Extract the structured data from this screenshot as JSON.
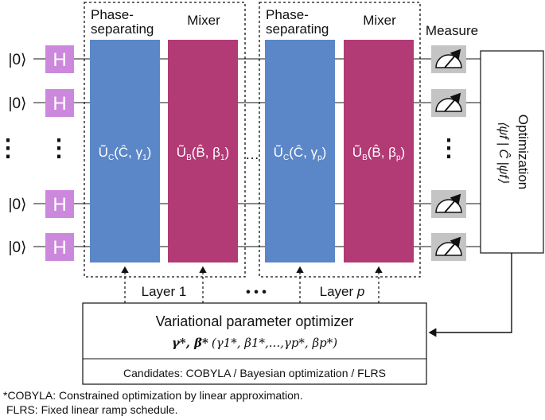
{
  "qubit_ket": "|0⟩",
  "hadamard_label": "H",
  "blocks": {
    "phase_title_line1": "Phase-",
    "phase_title_line2": "separating",
    "mixer_title": "Mixer",
    "measure_title": "Measure",
    "uc1": {
      "main": "Ũ",
      "sub": "C",
      "arg": "(Ĉ, γ",
      "idx": "1",
      "close": ")"
    },
    "ub1": {
      "main": "Ũ",
      "sub": "B",
      "arg": "(B̂, β",
      "idx": "1",
      "close": ")"
    },
    "ucp": {
      "main": "Ũ",
      "sub": "C",
      "arg": "(Ĉ, γ",
      "idx": "p",
      "close": ")"
    },
    "ubp": {
      "main": "Ũ",
      "sub": "B",
      "arg": "(B̂, β",
      "idx": "p",
      "close": ")"
    },
    "between_dots": "…"
  },
  "vertical_dots": "⋮",
  "layers": {
    "layer1": "Layer 1",
    "layerp_prefix": "Layer ",
    "layerp_var": "p",
    "dots": "• • •"
  },
  "optimization": {
    "title": "Optimization",
    "expr": "⟨ψf | Ĉ |ψf⟩"
  },
  "optimizer": {
    "title": "Variational parameter optimizer",
    "params_bold": "γ*, β*",
    "params_rest": "(γ1*, β1*,...,γp*, βp*)",
    "candidates": "Candidates: COBYLA / Bayesian optimization / FLRS"
  },
  "footnotes": {
    "line1": "*COBYLA: Constrained optimization by linear approximation.",
    "line2": "FLRS: Fixed linear ramp schedule."
  },
  "colors": {
    "hadamard": "#cc88dd",
    "phase_block": "#5b87c8",
    "mixer_block": "#b23a75",
    "measure_box": "#c4c4c4"
  }
}
